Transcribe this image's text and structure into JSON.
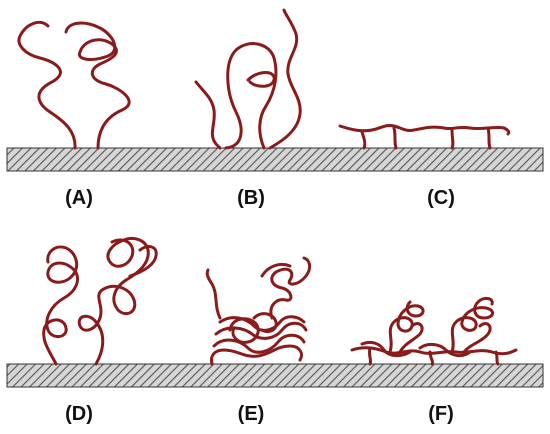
{
  "colors": {
    "polymer": "#8b1a1a",
    "surface_stripe": "#555555",
    "surface_bg": "#d6d6d6",
    "label": "#111111",
    "background": "#ffffff"
  },
  "panels": [
    {
      "id": "A",
      "label": "(A)"
    },
    {
      "id": "B",
      "label": "(B)"
    },
    {
      "id": "C",
      "label": "(C)"
    },
    {
      "id": "D",
      "label": "(D)"
    },
    {
      "id": "E",
      "label": "(E)"
    },
    {
      "id": "F",
      "label": "(F)"
    }
  ]
}
